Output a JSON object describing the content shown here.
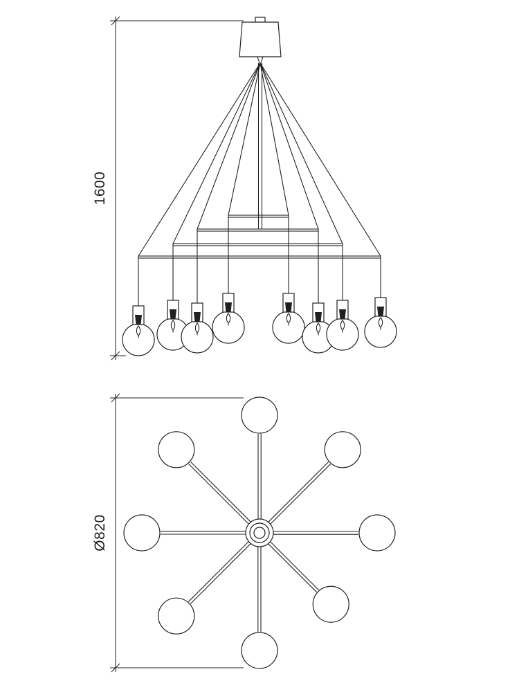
{
  "colors": {
    "line": "#231f20",
    "background": "#ffffff"
  },
  "front_view": {
    "dimension_label": "1600",
    "lamp_count": 8,
    "ring_count": 4
  },
  "plan_view": {
    "dimension_label": "Ø820",
    "lamp_count": 8
  }
}
